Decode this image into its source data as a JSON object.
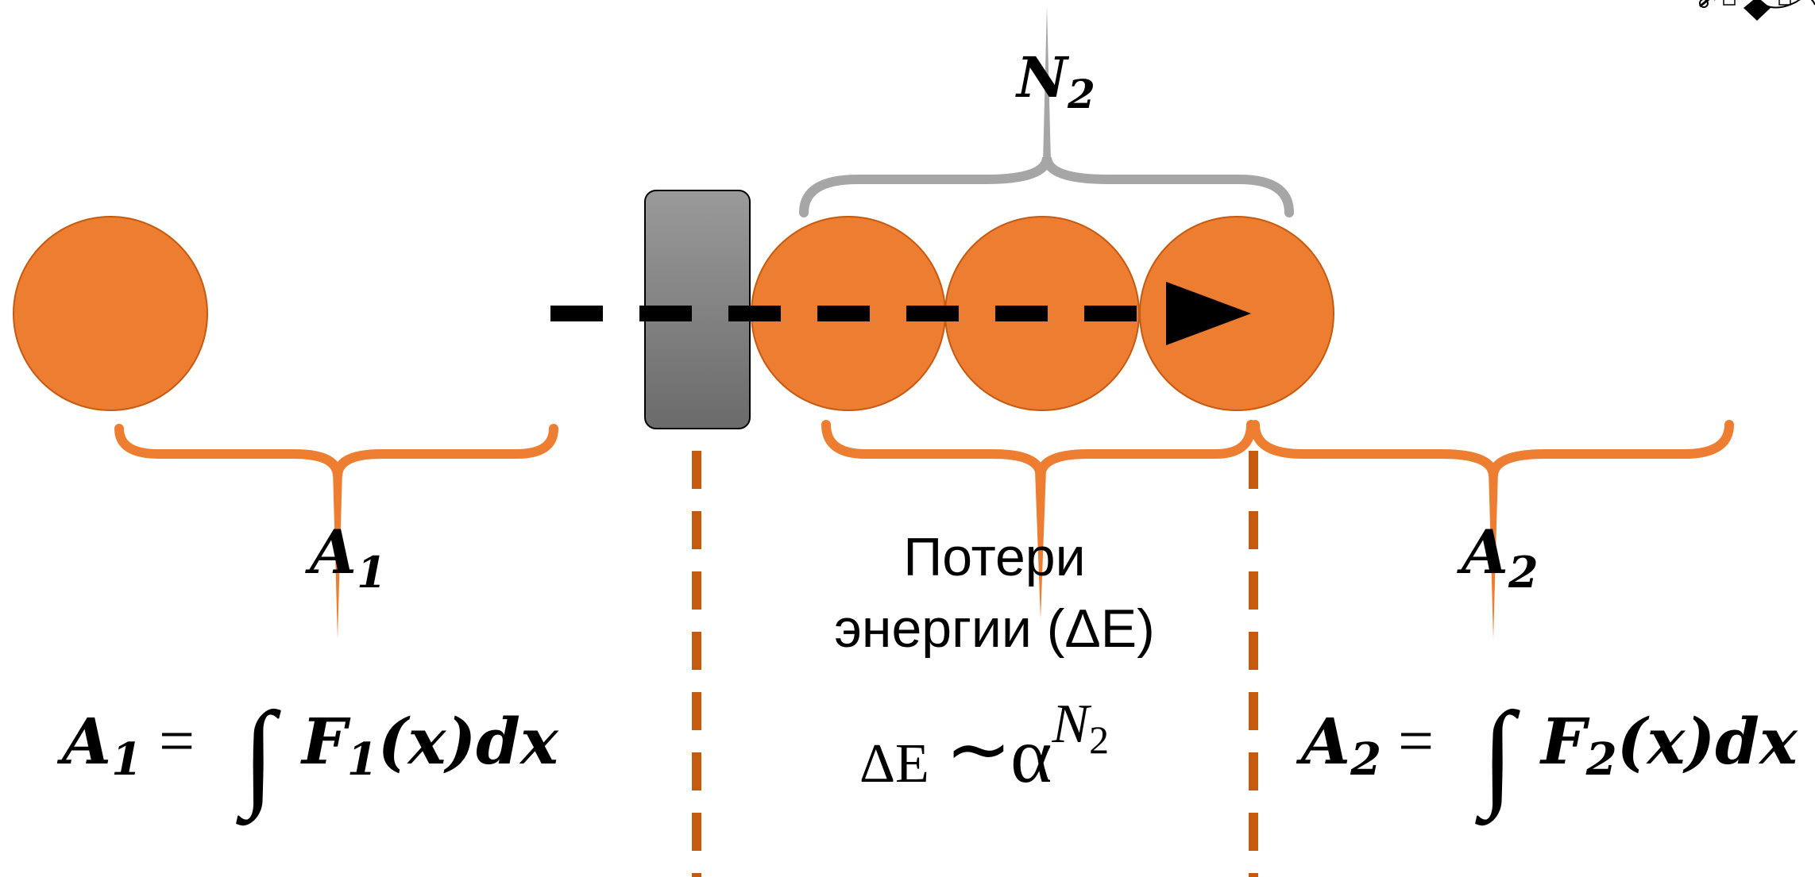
{
  "colors": {
    "ball_fill": "#ED7D31",
    "ball_stroke": "#C55A11",
    "brace_orange": "#ED7D31",
    "brace_gray": "#A6A6A6",
    "divider": "#C55A11",
    "plate_top": "#9A9A9A",
    "plate_bottom": "#6B6B6B",
    "arrow": "#000000"
  },
  "labels": {
    "n2_main": "N",
    "n2_sub": "2",
    "a1_main": "A",
    "a1_sub": "1",
    "a2_main": "A",
    "a2_sub": "2",
    "losses_line1": "Потери",
    "losses_line2": "энергии (ΔE)"
  },
  "formulas": {
    "a1": {
      "lhs_main": "A",
      "lhs_sub": "1",
      "equals": "=",
      "integral": "∫",
      "f_main": "F",
      "f_sub": "1",
      "rest": "(x)dx"
    },
    "a2": {
      "lhs_main": "A",
      "lhs_sub": "2",
      "equals": "=",
      "integral": "∫",
      "f_main": "F",
      "f_sub": "2",
      "rest": "(x)dx"
    },
    "delta_e": {
      "delta": "ΔE",
      "tilde": "∼",
      "base": "α",
      "exp_main": "N",
      "exp_sub": "2"
    }
  }
}
